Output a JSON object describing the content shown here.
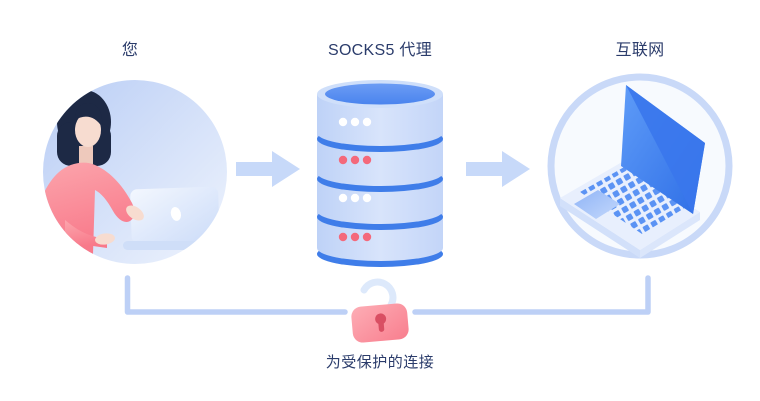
{
  "nodes": {
    "user": {
      "label": "您"
    },
    "proxy": {
      "label": "SOCKS5 代理"
    },
    "internet": {
      "label": "互联网"
    }
  },
  "caption": "为受保护的连接",
  "icons": {
    "arrow_left": "arrow-right-icon",
    "arrow_right": "arrow-right-icon",
    "lock": "open-padlock-icon"
  },
  "colors": {
    "label_text": "#2b3c6b",
    "arrow": "#c7d9f9",
    "connection_line": "#bdd0f6",
    "lock_body_light": "#fdadb5",
    "lock_body_dark": "#f87e8e",
    "lock_keyhole": "#d94f63",
    "lock_shackle": "#dde9fb",
    "database_top": "#5389ef",
    "database_band": "#3f7de9",
    "database_body": "#ccdcfa",
    "dot_white": "#ffffff",
    "dot_red": "#f4697b",
    "screen_blue": "#3a77ec",
    "circle_fill_left": "#bccff6",
    "circle_ring_right": "#c9d9f8",
    "hair": "#1d2945",
    "skin": "#f7dcd0",
    "shirt_pink": "#f98a94"
  }
}
